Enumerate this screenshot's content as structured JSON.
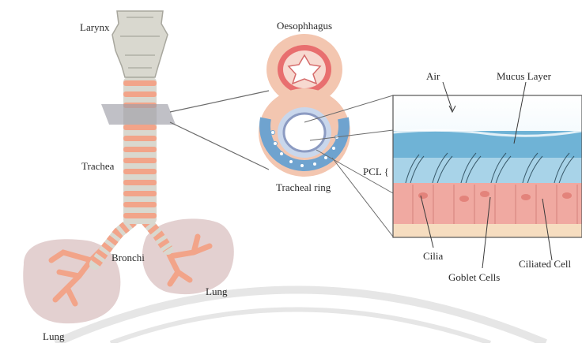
{
  "labels": {
    "larynx": "Larynx",
    "oesophagus": "Oesophhagus",
    "trachea": "Trachea",
    "tracheal_ring": "Tracheal ring",
    "bronchi": "Bronchi",
    "lung_left": "Lung",
    "lung_right": "Lung",
    "air": "Air",
    "mucus_layer": "Mucus Layer",
    "pcl": "PCL {",
    "cilia": "Cilia",
    "goblet_cells": "Goblet Cells",
    "ciliated_cell": "Ciliated Cell"
  },
  "colors": {
    "cartilage_ring": "#f2a489",
    "larynx_cartilage": "#d9d8cf",
    "lung_fill": "#dcc4c4",
    "mucus_blue": "#6fb3d6",
    "air_blue": "#bfe2f2",
    "cell_pink": "#f0a9a1",
    "basement": "#f6ddc0",
    "oesophagus_wall": "#f3c6b0",
    "oesophagus_lumen": "#e86f6f",
    "cut_plane": "#9e9ea8"
  }
}
